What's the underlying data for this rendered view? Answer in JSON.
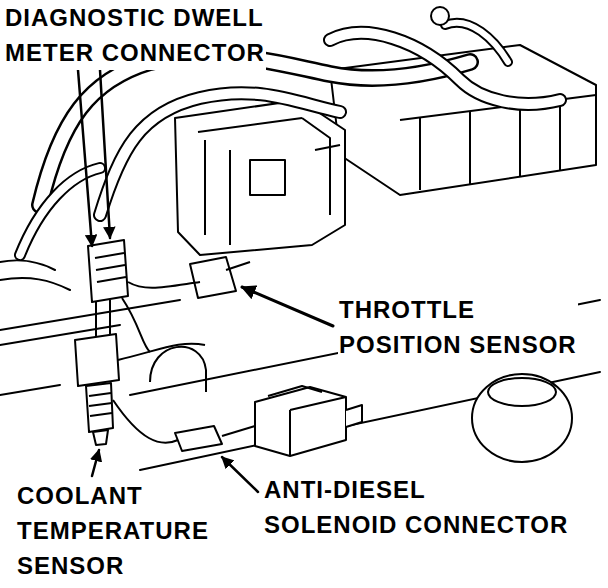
{
  "diagram": {
    "labels": [
      "DIAGNOSTIC DWELL METER CONNECTOR",
      "THROTTLE POSITION SENSOR",
      "COOLANT TEMPERATURE SENSOR",
      "ANTI-DIESEL SOLENOID CONNECTOR"
    ]
  }
}
